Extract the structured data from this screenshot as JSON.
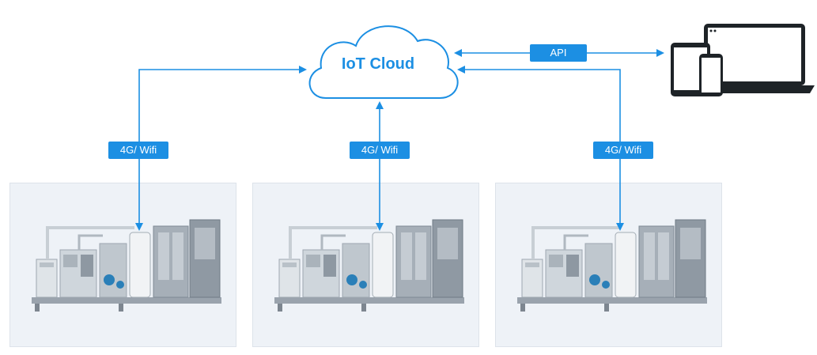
{
  "cloud": {
    "label": "IoT Cloud"
  },
  "api_badge": {
    "label": "API"
  },
  "links": [
    {
      "label": "4G/ Wifi"
    },
    {
      "label": "4G/ Wifi"
    },
    {
      "label": "4G/ Wifi"
    }
  ],
  "devices": {
    "icon": "laptop-tablet-phone-icon"
  },
  "plants": {
    "icon": "industrial-skid-machine",
    "count": 3
  },
  "colors": {
    "accent": "#1c8fe3",
    "panel_bg": "#eef2f7"
  }
}
